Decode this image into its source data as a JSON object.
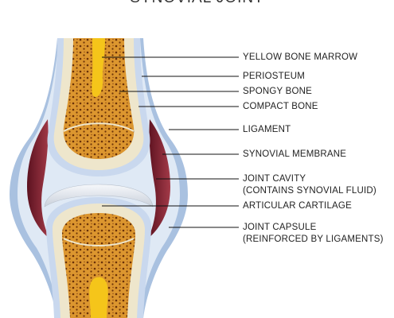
{
  "title": "SYNOVIAL JOINT",
  "labels": {
    "yellow_bone_marrow": "YELLOW BONE MARROW",
    "periosteum": "PERIOSTEUM",
    "spongy_bone": "SPONGY BONE",
    "compact_bone": "COMPACT BONE",
    "ligament": "LIGAMENT",
    "synovial_membrane": "SYNOVIAL MEMBRANE",
    "joint_cavity_line1": "JOINT CAVITY",
    "joint_cavity_line2": "(CONTAINS SYNOVIAL FLUID)",
    "articular_cartilage": "ARTICULAR CARTILAGE",
    "joint_capsule_line1": "JOINT CAPSULE",
    "joint_capsule_line2": "(REINFORCED BY LIGAMENTS)"
  },
  "colors": {
    "capsule_outer": "#a9c1e0",
    "capsule_inner": "#dfe9f5",
    "periosteum": "#c9d8ee",
    "compact_bone": "#eee6cc",
    "spongy_bone": "#d9922c",
    "marrow": "#f5c51a",
    "cartilage": "#e4e9f0",
    "synovial_membrane": "#7a1f2c"
  }
}
